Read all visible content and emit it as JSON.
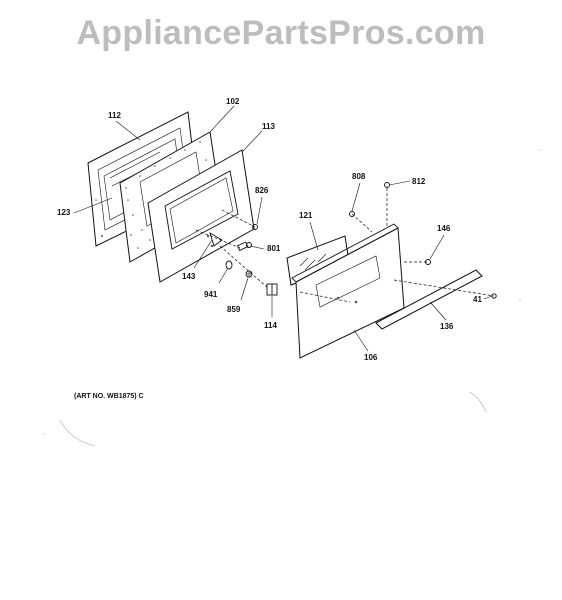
{
  "watermark": "AppliancePartsPros.com",
  "art_number": "(ART NO. WB1875) C",
  "callouts": {
    "c112": "112",
    "c102": "102",
    "c113": "113",
    "c123": "123",
    "c826": "826",
    "c801": "801",
    "c143": "143",
    "c941": "941",
    "c859": "859",
    "c114": "114",
    "c808": "808",
    "c812": "812",
    "c121": "121",
    "c146": "146",
    "c41": "41",
    "c136": "136",
    "c106": "106"
  }
}
